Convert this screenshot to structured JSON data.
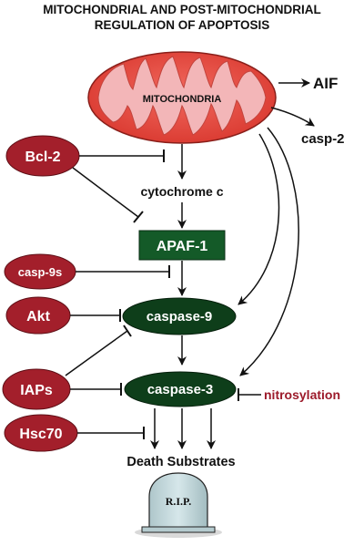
{
  "title": {
    "line1": "MITOCHONDRIAL AND POST-MITOCHONDRIAL",
    "line2": "REGULATION OF APOPTOSIS"
  },
  "nodes": {
    "mitochondria": "MITOCHONDRIA",
    "aif": "AIF",
    "casp2": "casp-2",
    "bcl2": "Bcl-2",
    "cytochrome_c": "cytochrome c",
    "apaf1": "APAF-1",
    "casp9s": "casp-9s",
    "akt": "Akt",
    "caspase9": "caspase-9",
    "iaps": "IAPs",
    "caspase3": "caspase-3",
    "nitrosylation": "nitrosylation",
    "hsc70": "Hsc70",
    "death_substrates": "Death Substrates",
    "tombstone": "R.I.P."
  },
  "colors": {
    "regulator_red": "#a31f2b",
    "mito_outer": "#e64c44",
    "mito_inner": "#f3b6b8",
    "caspase_green": "#0e3e1a",
    "apaf_green": "#145a28",
    "nitrosylation_text": "#9c1a2a",
    "tombstone": "#c9dde0"
  }
}
